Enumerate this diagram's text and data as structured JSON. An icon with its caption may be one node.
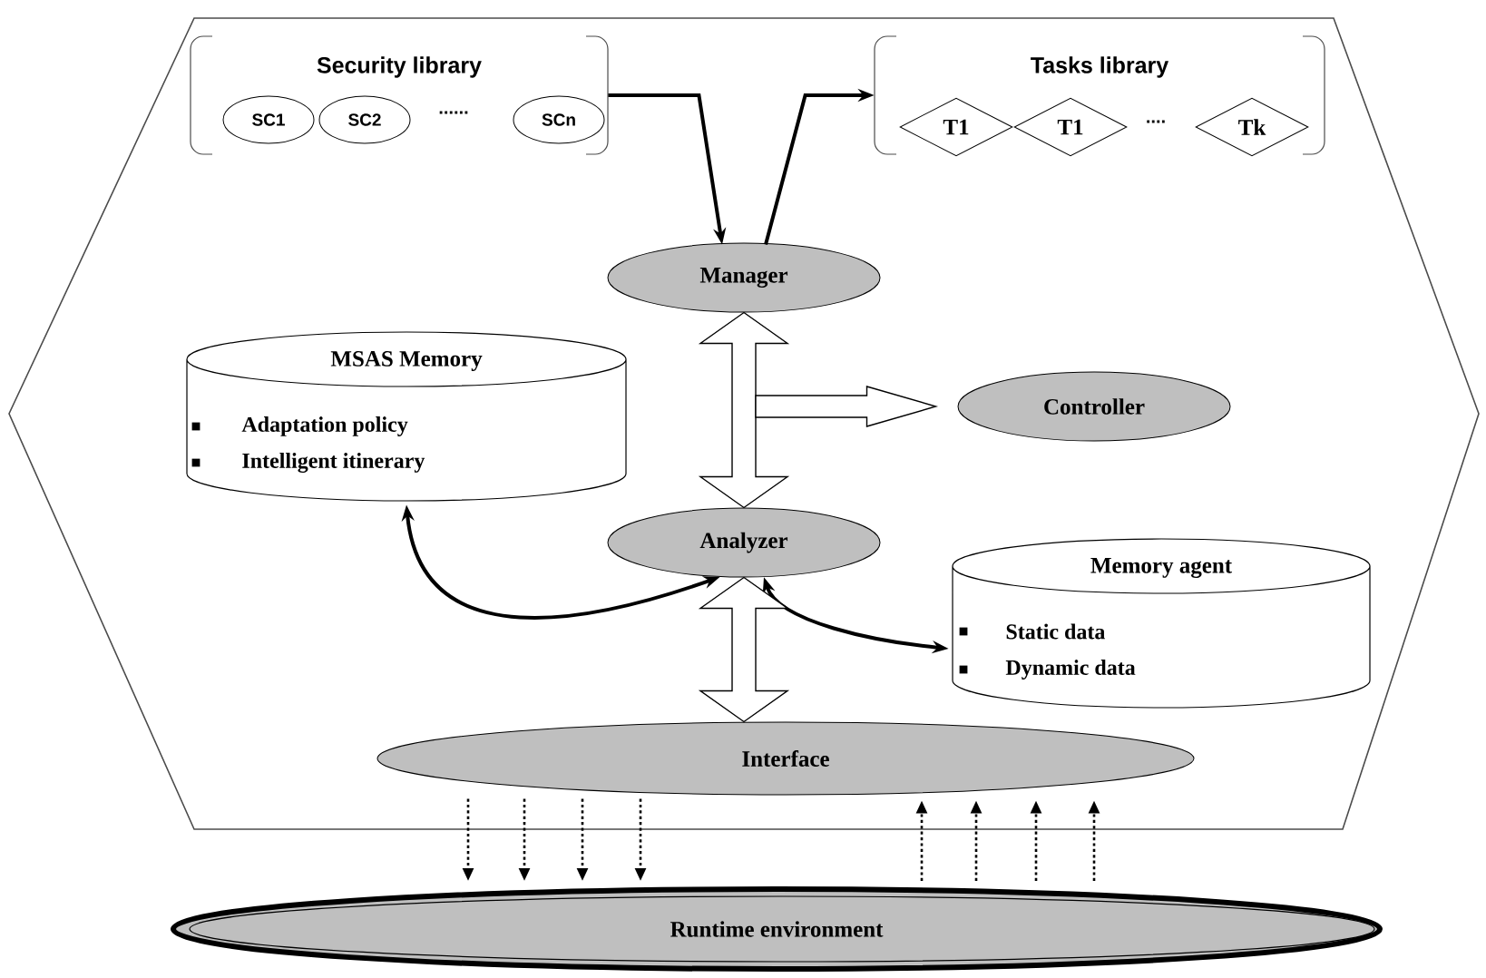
{
  "diagram": {
    "nodes": [
      {
        "text": [],
        "shape": "hexagon"
      },
      {
        "text": [
          "Security library"
        ],
        "in": 0
      },
      {
        "text": [
          "SC1"
        ],
        "in": 1
      },
      {
        "text": [
          "SC2"
        ],
        "in": 1
      },
      {
        "text": [
          "SCn"
        ],
        "in": 1
      },
      {
        "text": [
          "Tasks library"
        ],
        "in": 0
      },
      {
        "text": [
          "T1"
        ],
        "in": 5
      },
      {
        "text": [
          "T1"
        ],
        "in": 5
      },
      {
        "text": [
          "Tk"
        ],
        "in": 5
      },
      {
        "text": [
          "Manager"
        ],
        "in": 0
      },
      {
        "text": [
          "MSAS Memory",
          "Adaptation policy",
          "Intelligent itinerary"
        ],
        "in": 0
      },
      {
        "text": [
          "Controller"
        ],
        "in": 0
      },
      {
        "text": [
          "Analyzer"
        ],
        "in": 0
      },
      {
        "text": [
          "Memory agent",
          "Static data",
          "Dynamic data"
        ],
        "in": 0
      },
      {
        "text": [
          "Interface"
        ],
        "in": 0
      },
      {
        "text": [
          "Runtime environment"
        ]
      }
    ],
    "edges": [
      {
        "from": 1,
        "to": 9,
        "arrow": "to"
      },
      {
        "from": 9,
        "to": 5,
        "arrow": "to"
      },
      {
        "from": 9,
        "to": 12,
        "arrow": "both",
        "style": "thick"
      },
      {
        "from": 9,
        "to": 11,
        "arrow": "to",
        "style": "thick"
      },
      {
        "from": 10,
        "to": 12,
        "arrow": "both"
      },
      {
        "from": 12,
        "to": 13,
        "arrow": "both"
      },
      {
        "from": 12,
        "to": 14,
        "arrow": "both",
        "style": "thick"
      },
      {
        "from": 14,
        "to": 15,
        "arrow": "to",
        "style": "dashed"
      },
      {
        "from": 14,
        "to": 15,
        "arrow": "to",
        "style": "dashed"
      },
      {
        "from": 14,
        "to": 15,
        "arrow": "to",
        "style": "dashed"
      },
      {
        "from": 14,
        "to": 15,
        "arrow": "to",
        "style": "dashed"
      },
      {
        "from": 15,
        "to": 14,
        "arrow": "to",
        "style": "dashed"
      },
      {
        "from": 15,
        "to": 14,
        "arrow": "to",
        "style": "dashed"
      },
      {
        "from": 15,
        "to": 14,
        "arrow": "to",
        "style": "dashed"
      },
      {
        "from": 15,
        "to": 14,
        "arrow": "to",
        "style": "dashed"
      }
    ],
    "labels": [
      "......",
      "...."
    ]
  }
}
